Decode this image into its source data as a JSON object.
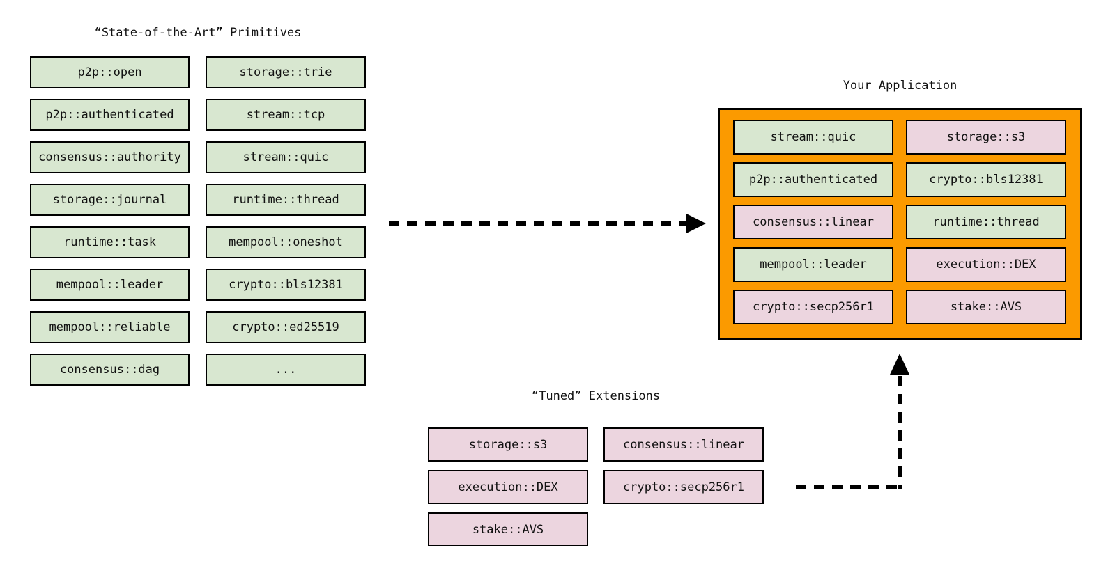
{
  "colors": {
    "primitive_green": "#d8e7d0",
    "extension_pink": "#ecd5df",
    "application_orange": "#fb9a00",
    "border": "#000000",
    "arrow": "#000000"
  },
  "primitives": {
    "title": "“State-of-the-Art” Primitives",
    "col1": [
      {
        "label": "p2p::open",
        "variant": "green"
      },
      {
        "label": "p2p::authenticated",
        "variant": "green"
      },
      {
        "label": "consensus::authority",
        "variant": "green"
      },
      {
        "label": "storage::journal",
        "variant": "green"
      },
      {
        "label": "runtime::task",
        "variant": "green"
      },
      {
        "label": "mempool::leader",
        "variant": "green"
      },
      {
        "label": "mempool::reliable",
        "variant": "green"
      },
      {
        "label": "consensus::dag",
        "variant": "green"
      }
    ],
    "col2": [
      {
        "label": "storage::trie",
        "variant": "green"
      },
      {
        "label": "stream::tcp",
        "variant": "green"
      },
      {
        "label": "stream::quic",
        "variant": "green"
      },
      {
        "label": "runtime::thread",
        "variant": "green"
      },
      {
        "label": "mempool::oneshot",
        "variant": "green"
      },
      {
        "label": "crypto::bls12381",
        "variant": "green"
      },
      {
        "label": "crypto::ed25519",
        "variant": "green"
      },
      {
        "label": "...",
        "variant": "green"
      }
    ]
  },
  "application": {
    "title": "Your Application",
    "col1": [
      {
        "label": "stream::quic",
        "variant": "green"
      },
      {
        "label": "p2p::authenticated",
        "variant": "green"
      },
      {
        "label": "consensus::linear",
        "variant": "pink"
      },
      {
        "label": "mempool::leader",
        "variant": "green"
      },
      {
        "label": "crypto::secp256r1",
        "variant": "pink"
      }
    ],
    "col2": [
      {
        "label": "storage::s3",
        "variant": "pink"
      },
      {
        "label": "crypto::bls12381",
        "variant": "green"
      },
      {
        "label": "runtime::thread",
        "variant": "green"
      },
      {
        "label": "execution::DEX",
        "variant": "pink"
      },
      {
        "label": "stake::AVS",
        "variant": "pink"
      }
    ]
  },
  "extensions": {
    "title": "“Tuned” Extensions",
    "col1": [
      {
        "label": "storage::s3",
        "variant": "pink"
      },
      {
        "label": "execution::DEX",
        "variant": "pink"
      },
      {
        "label": "stake::AVS",
        "variant": "pink"
      }
    ],
    "col2": [
      {
        "label": "consensus::linear",
        "variant": "pink"
      },
      {
        "label": "crypto::secp256r1",
        "variant": "pink"
      }
    ]
  }
}
